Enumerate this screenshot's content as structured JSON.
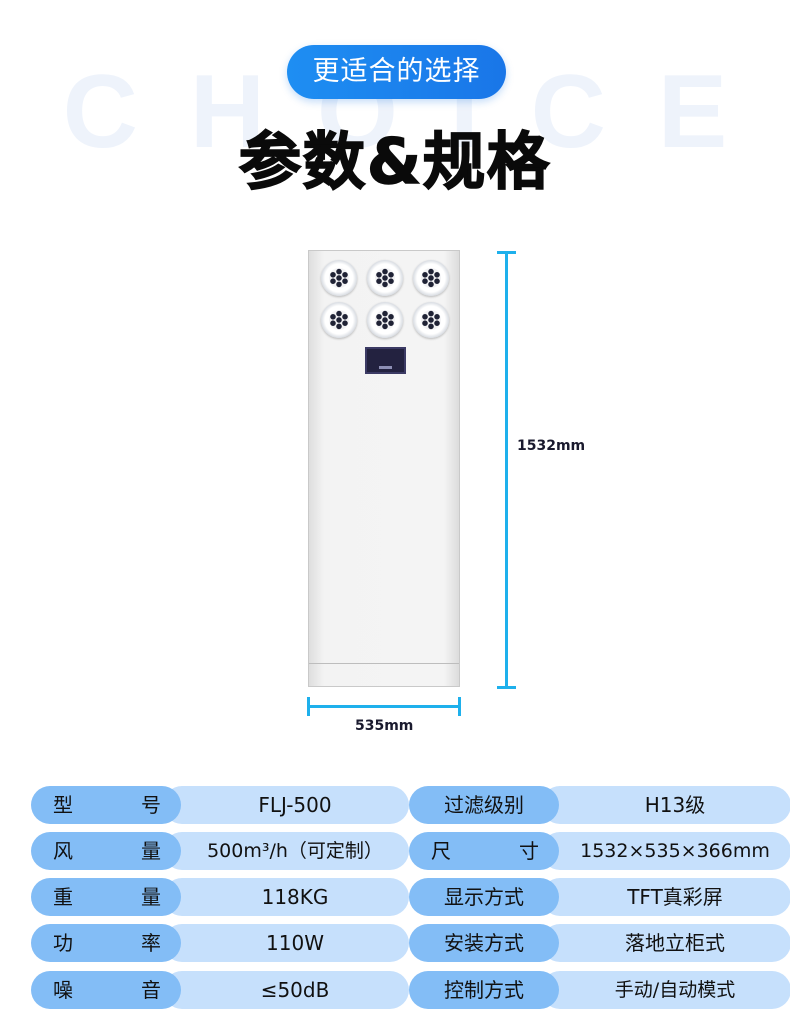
{
  "header": {
    "watermark": "CHOICE",
    "badge": "更适合的选择",
    "title": "参数&规格"
  },
  "product_image": {
    "fans": 6,
    "height_dimension": "1532mm",
    "width_dimension": "535mm",
    "dimension_color": "#1eb0ec"
  },
  "specs": {
    "left": [
      {
        "key_a": "型",
        "key_b": "号",
        "value": "FLJ-500"
      },
      {
        "key_a": "风",
        "key_b": "量",
        "value": "500m³/h（可定制）"
      },
      {
        "key_a": "重",
        "key_b": "量",
        "value": "118KG"
      },
      {
        "key_a": "功",
        "key_b": "率",
        "value": "110W"
      },
      {
        "key_a": "噪",
        "key_b": "音",
        "value": "≤50dB"
      }
    ],
    "right": [
      {
        "key": "过滤级别",
        "value": "H13级"
      },
      {
        "key_a": "尺",
        "key_b": "寸",
        "value": "1532×535×366mm"
      },
      {
        "key": "显示方式",
        "value": "TFT真彩屏"
      },
      {
        "key": "安装方式",
        "value": "落地立柜式"
      },
      {
        "key": "控制方式",
        "value": "手动/自动模式"
      }
    ]
  },
  "colors": {
    "badge_blue": "#1976e8",
    "key_pill": "#83bdf6",
    "value_pill": "#c6e0fc"
  }
}
